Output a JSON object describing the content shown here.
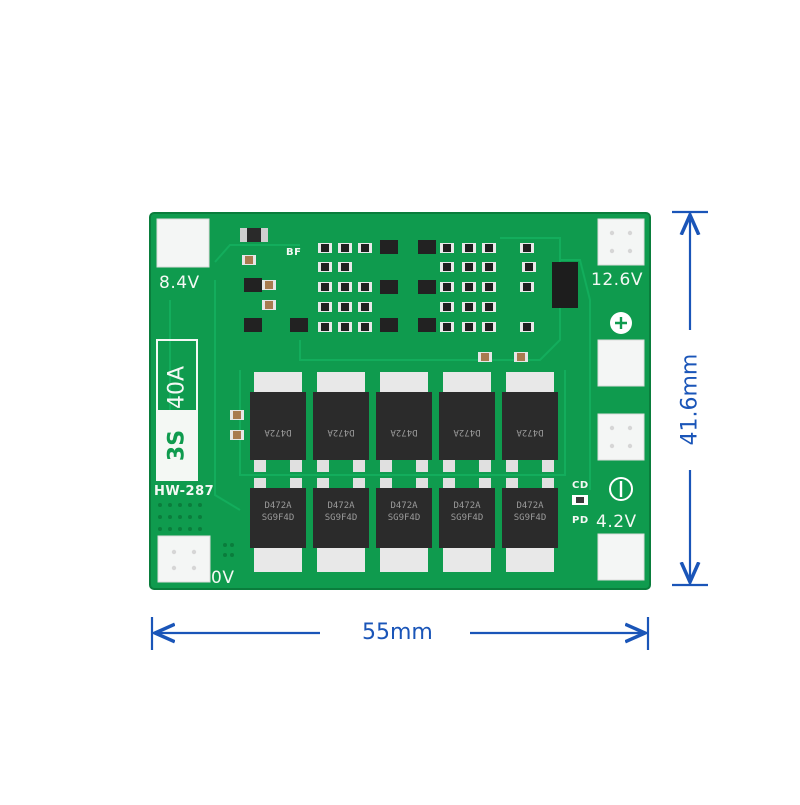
{
  "board": {
    "pad_top_left": "8.4V",
    "pad_top_right": "12.6V",
    "pad_mid_right": "4.2V",
    "pad_bottom_left": "0V",
    "model": "HW-287",
    "cells": "3S",
    "current": "40A",
    "silk_bf": "BF",
    "silk_cd": "CD",
    "silk_pd": "PD",
    "mosfet_code_top": "D472A",
    "mosfet_code_bottom": "SG9F4D",
    "mosfet_count_per_row": 5
  },
  "dimensions": {
    "width_label": "55mm",
    "height_label": "41.6mm"
  },
  "colors": {
    "pcb": "#0f9b4e",
    "pcb_dark": "#0a7d3c",
    "trace": "#12a457",
    "pad": "#f4f6f5",
    "mosfet": "#2b2b2b",
    "dimension": "#1a55b8"
  },
  "icons": {
    "plus_marker": "plus-circle-icon",
    "minus_marker": "minus-circle-icon",
    "arrows": "dimension-arrow-icon"
  }
}
